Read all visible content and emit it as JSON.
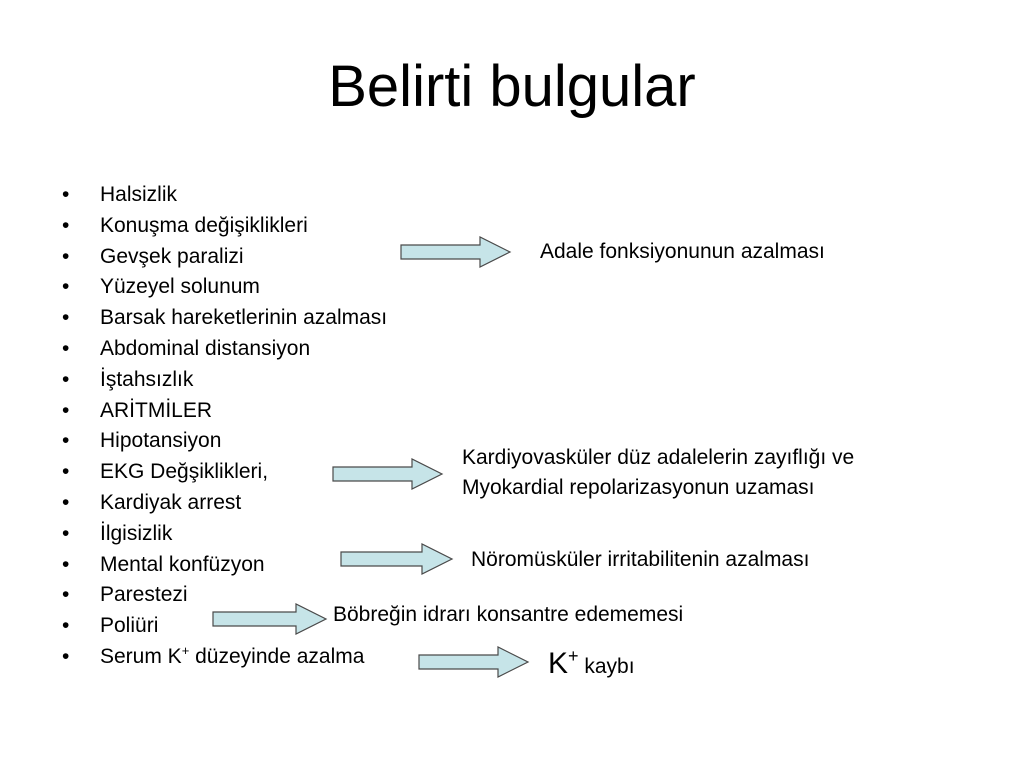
{
  "title": "Belirti bulgular",
  "symptoms": [
    "Halsizlik",
    "Konuşma değişiklikleri",
    "Gevşek paralizi",
    "Yüzeyel solunum",
    "Barsak hareketlerinin azalması",
    "Abdominal distansiyon",
    "İştahsızlık",
    "ARİTMİLER",
    "Hipotansiyon",
    "EKG Değşiklikleri,",
    "Kardiyak arrest",
    "İlgisizlik",
    "Mental konfüzyon",
    "Parestezi",
    "Poliüri"
  ],
  "last_symptom": {
    "prefix": "Serum K",
    "sup": "+",
    "suffix": " düzeyinde azalma"
  },
  "results": {
    "muscle": "Adale fonksiyonunun azalması",
    "cardio_line1": "Kardiyovasküler düz adalelerin zayıflığı ve",
    "cardio_line2": "Myokardial repolarizasyonun uzaması",
    "neuro": "Nöromüsküler irritabilitenin azalması",
    "kidney": "Böbreğin idrarı konsantre edememesi",
    "k_loss_symbol": "K",
    "k_loss_sup": "+",
    "k_loss_text": " kaybı"
  },
  "colors": {
    "arrow_fill": "#c6e4e8",
    "arrow_stroke": "#4a4a4a"
  }
}
